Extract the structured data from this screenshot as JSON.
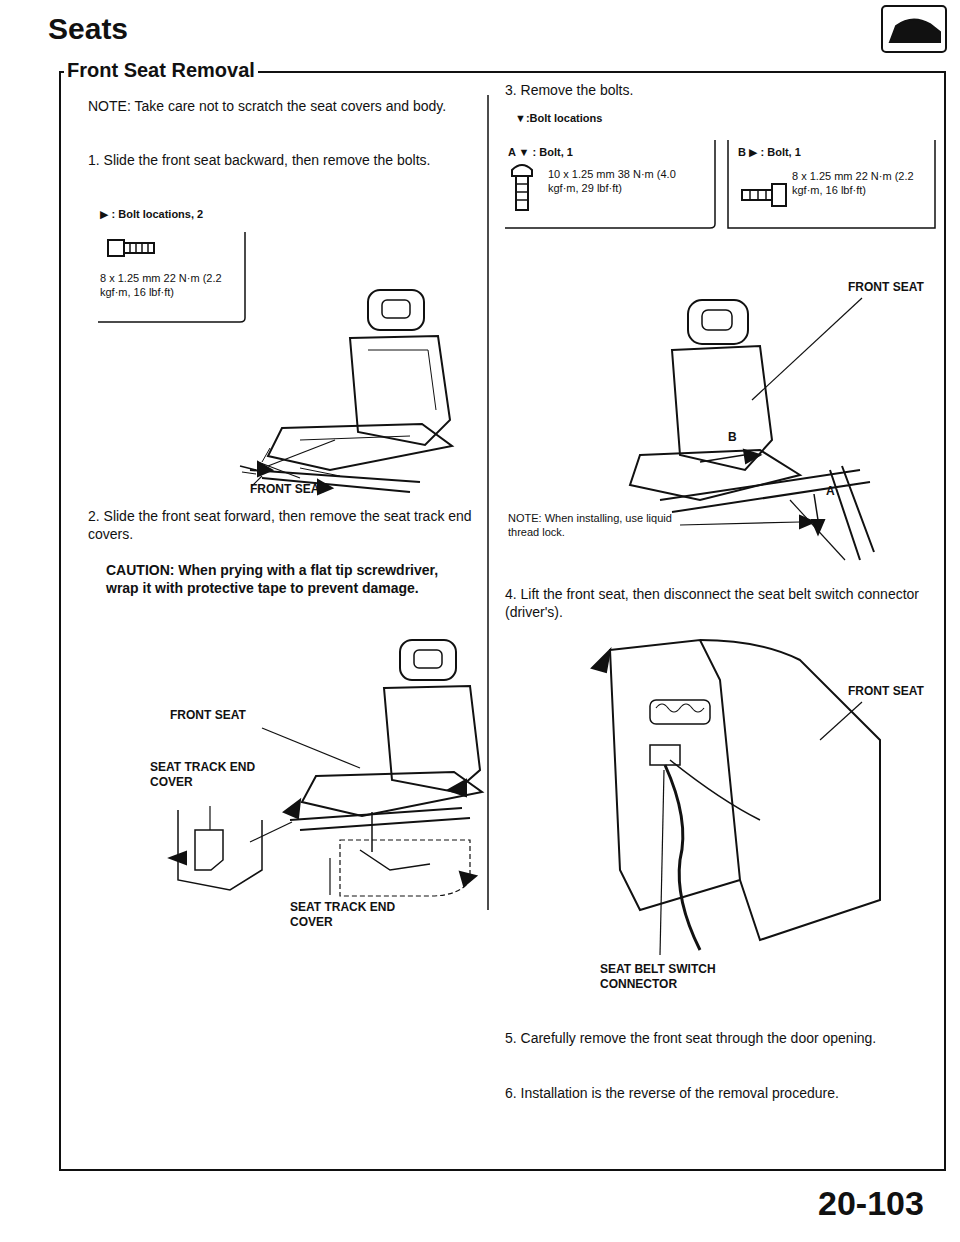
{
  "diagram": {
    "title": "Seats",
    "labels": [
      "Front Seat Removal",
      "NOTE: Take care not to scratch the seat covers and body.",
      "1. Slide the front seat backward, then remove the bolts.",
      "▶ : Bolt locations, 2",
      "8 x 1.25 mm 22 N·m (2.2 kgf·m, 16 lbf·ft)",
      "FRONT SEAT",
      "2. Slide the front seat forward, then remove the seat track end covers.",
      "CAUTION: When prying with a flat tip screwdriver, wrap it with protective tape to prevent damage.",
      "FRONT SEAT",
      "SEAT TRACK END COVER",
      "SEAT TRACK END COVER",
      "3. Remove the bolts.",
      "▼:Bolt locations",
      "A ▼ : Bolt, 1",
      "10 x 1.25 mm 38 N·m (4.0 kgf·m, 29 lbf·ft)",
      "B ▶ : Bolt, 1",
      "8 x 1.25 mm 22 N·m (2.2 kgf·m, 16 lbf·ft)",
      "FRONT SEAT",
      "B",
      "A",
      "NOTE: When installing, use liquid thread lock.",
      "4. Lift the front seat, then disconnect the seat belt switch connector (driver's).",
      "FRONT SEAT",
      "SEAT BELT SWITCH CONNECTOR",
      "5. Carefully remove the front seat through the door opening.",
      "6. Installation is the reverse of the removal procedure.",
      "20-103"
    ]
  }
}
